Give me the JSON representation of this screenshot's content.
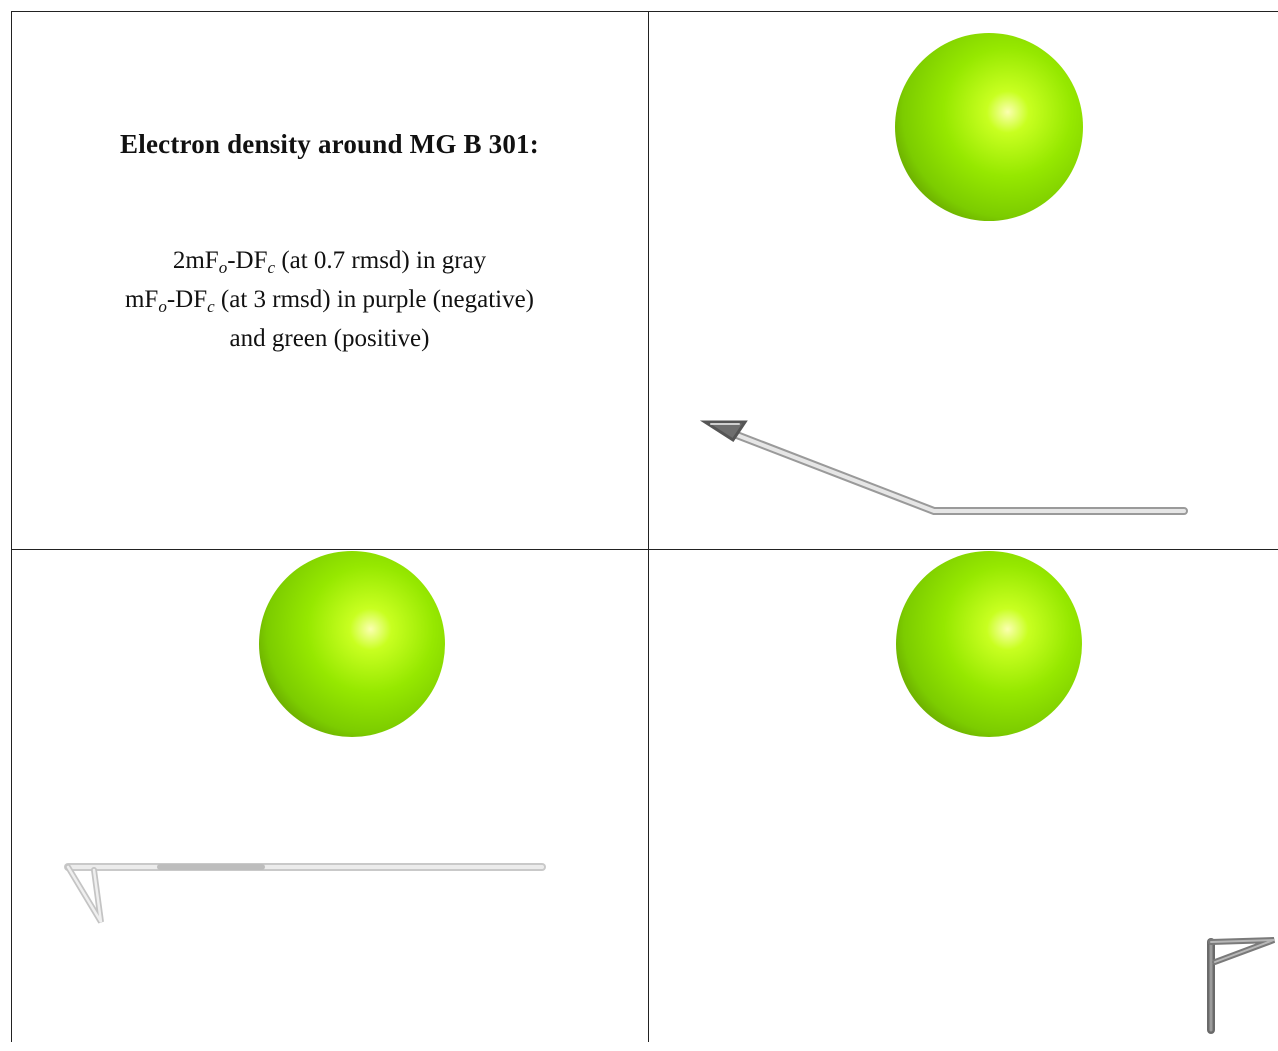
{
  "caption": {
    "title": "Electron density around MG B 301:",
    "line1": {
      "lead": "2mF",
      "sub1": "o",
      "mid": "-DF",
      "sub2": "c",
      "tail": " (at 0.7 rmsd) in gray"
    },
    "line2": {
      "lead": "mF",
      "sub1": "o",
      "mid": "-DF",
      "sub2": "c",
      "tail": " (at 3 rmsd) in purple (negative)"
    },
    "line3": "and green (positive)"
  },
  "colors": {
    "ion_sphere": "#8ee000",
    "ion_highlight": "#f6ff9a",
    "bond_light": "#d8d8d8",
    "bond_dark": "#6e6e6e",
    "border": "#222222"
  },
  "panels": [
    "view-1",
    "view-2",
    "view-3"
  ]
}
